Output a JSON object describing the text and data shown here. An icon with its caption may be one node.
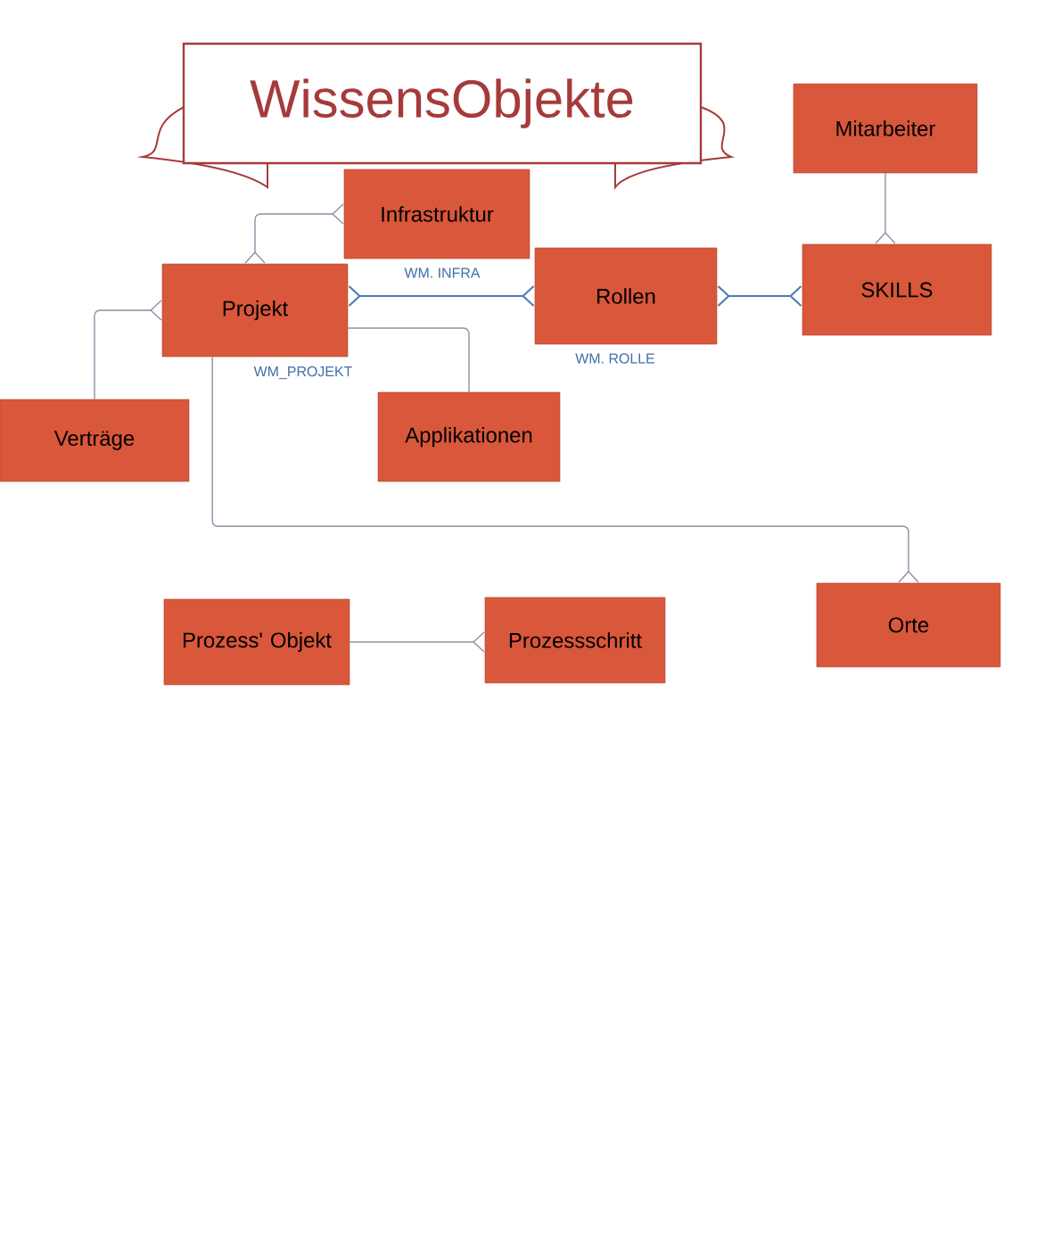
{
  "diagram": {
    "title": "WissensObjekte",
    "nodes": [
      {
        "text": [
          "Infrastruktur"
        ],
        "beside": [
          "WM. INFRA"
        ]
      },
      {
        "text": [
          "Mitarbeiter"
        ]
      },
      {
        "text": [
          "Projekt"
        ],
        "beside": [
          "WM_PROJEKT"
        ]
      },
      {
        "text": [
          "Rollen"
        ],
        "beside": [
          "WM. ROLLE"
        ]
      },
      {
        "text": [
          "SKILLS"
        ]
      },
      {
        "text": [
          "Verträge"
        ]
      },
      {
        "text": [
          "Applikationen"
        ]
      },
      {
        "text": [
          "Prozess' Objekt"
        ]
      },
      {
        "text": [
          "Prozessschritt"
        ]
      },
      {
        "text": [
          "Orte"
        ]
      }
    ],
    "edges": [
      {
        "from": 2,
        "to": 0,
        "arrow": "other"
      },
      {
        "from": 2,
        "to": 3,
        "arrow": "other",
        "color": "#4f7db3"
      },
      {
        "from": 5,
        "to": 2,
        "arrow": "other"
      },
      {
        "from": 2,
        "to": 6,
        "arrow": "none"
      },
      {
        "from": 3,
        "to": 4,
        "arrow": "other",
        "color": "#4f7db3"
      },
      {
        "from": 1,
        "to": 4,
        "arrow": "other"
      },
      {
        "from": 2,
        "to": 9,
        "arrow": "other"
      },
      {
        "from": 7,
        "to": 8,
        "arrow": "other"
      }
    ]
  }
}
